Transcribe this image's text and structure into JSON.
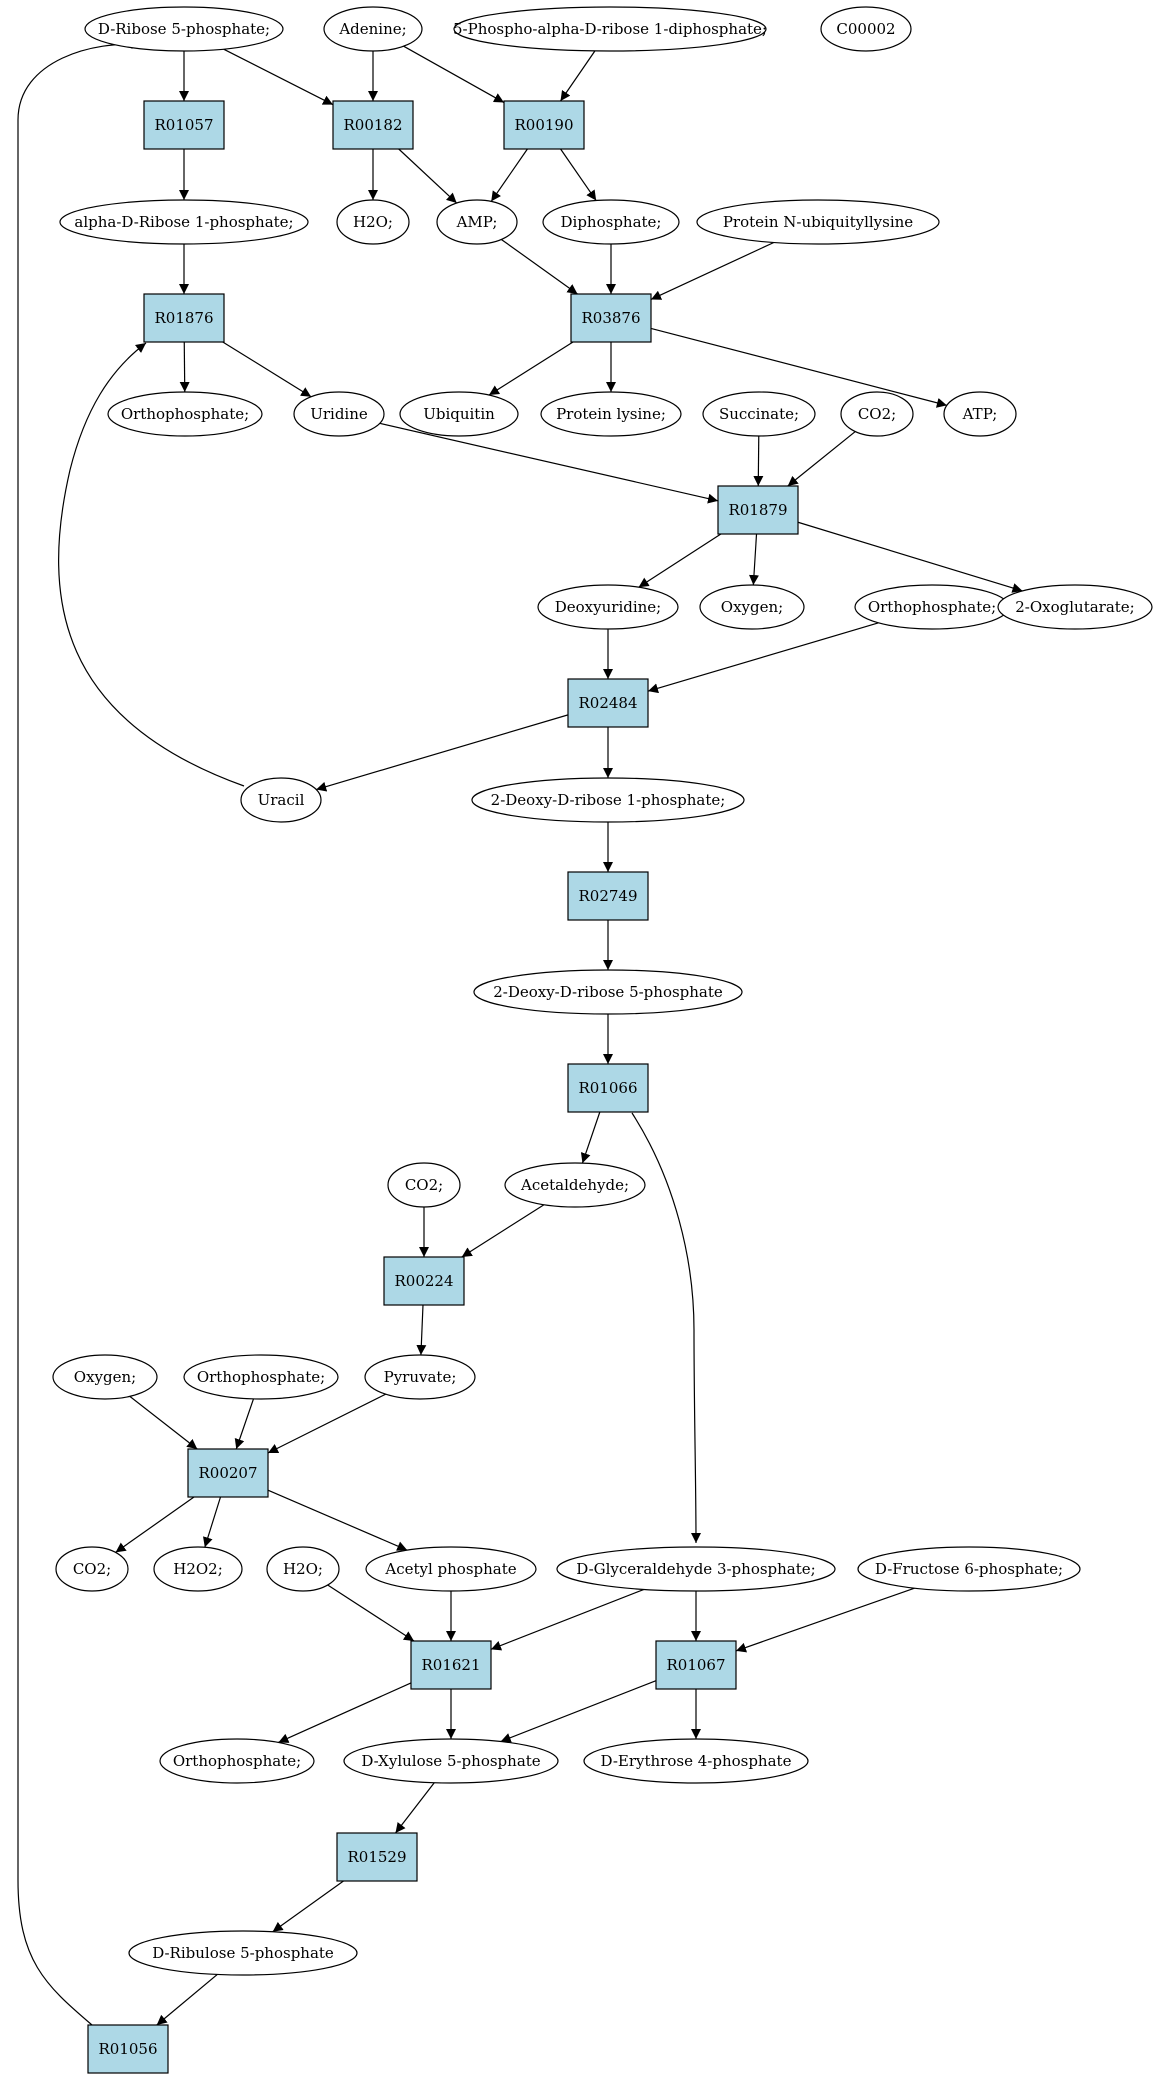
{
  "diagram": {
    "colors": {
      "reaction": "#add8e6",
      "start": "#00e000",
      "highlight": "#ffff00",
      "compound": "#ffffff",
      "line": "#000000"
    },
    "nodes": [
      {
        "id": "c_r5p",
        "label": "D-Ribose 5-phosphate;",
        "kind": "start"
      },
      {
        "id": "c_adenine",
        "label": "Adenine;",
        "kind": "compound"
      },
      {
        "id": "c_prpp",
        "label": "5-Phospho-alpha-D-ribose 1-diphosphate;",
        "kind": "compound"
      },
      {
        "id": "c_c00002",
        "label": "C00002",
        "kind": "highlight"
      },
      {
        "id": "r01057",
        "label": "R01057",
        "kind": "reaction"
      },
      {
        "id": "r00182",
        "label": "R00182",
        "kind": "reaction"
      },
      {
        "id": "r00190",
        "label": "R00190",
        "kind": "reaction"
      },
      {
        "id": "c_ar1p",
        "label": "alpha-D-Ribose 1-phosphate;",
        "kind": "compound"
      },
      {
        "id": "c_h2o_1",
        "label": "H2O;",
        "kind": "compound"
      },
      {
        "id": "c_amp",
        "label": "AMP;",
        "kind": "compound"
      },
      {
        "id": "c_ppi",
        "label": "Diphosphate;",
        "kind": "compound"
      },
      {
        "id": "c_protub",
        "label": "Protein N-ubiquityllysine",
        "kind": "compound"
      },
      {
        "id": "r01876",
        "label": "R01876",
        "kind": "reaction"
      },
      {
        "id": "r03876",
        "label": "R03876",
        "kind": "reaction"
      },
      {
        "id": "c_pi_1",
        "label": "Orthophosphate;",
        "kind": "compound"
      },
      {
        "id": "c_uridine",
        "label": "Uridine",
        "kind": "compound"
      },
      {
        "id": "c_ubiquitin",
        "label": "Ubiquitin",
        "kind": "compound"
      },
      {
        "id": "c_protlys",
        "label": "Protein lysine;",
        "kind": "compound"
      },
      {
        "id": "c_succinate",
        "label": "Succinate;",
        "kind": "compound"
      },
      {
        "id": "c_co2_1",
        "label": "CO2;",
        "kind": "compound"
      },
      {
        "id": "c_atp",
        "label": "ATP;",
        "kind": "compound"
      },
      {
        "id": "r01879",
        "label": "R01879",
        "kind": "reaction"
      },
      {
        "id": "c_deoxyuridine",
        "label": "Deoxyuridine;",
        "kind": "compound"
      },
      {
        "id": "c_oxygen_1",
        "label": "Oxygen;",
        "kind": "compound"
      },
      {
        "id": "c_pi_2",
        "label": "Orthophosphate;",
        "kind": "compound"
      },
      {
        "id": "c_2og",
        "label": "2-Oxoglutarate;",
        "kind": "compound"
      },
      {
        "id": "r02484",
        "label": "R02484",
        "kind": "reaction"
      },
      {
        "id": "c_uracil",
        "label": "Uracil",
        "kind": "compound"
      },
      {
        "id": "c_dr1p",
        "label": "2-Deoxy-D-ribose 1-phosphate;",
        "kind": "compound"
      },
      {
        "id": "r02749",
        "label": "R02749",
        "kind": "reaction"
      },
      {
        "id": "c_dr5p",
        "label": "2-Deoxy-D-ribose 5-phosphate",
        "kind": "compound"
      },
      {
        "id": "r01066",
        "label": "R01066",
        "kind": "reaction"
      },
      {
        "id": "c_co2_2",
        "label": "CO2;",
        "kind": "compound"
      },
      {
        "id": "c_acetaldehyde",
        "label": "Acetaldehyde;",
        "kind": "compound"
      },
      {
        "id": "r00224",
        "label": "R00224",
        "kind": "reaction"
      },
      {
        "id": "c_oxygen_2",
        "label": "Oxygen;",
        "kind": "compound"
      },
      {
        "id": "c_pi_3",
        "label": "Orthophosphate;",
        "kind": "compound"
      },
      {
        "id": "c_pyruvate",
        "label": "Pyruvate;",
        "kind": "compound"
      },
      {
        "id": "r00207",
        "label": "R00207",
        "kind": "reaction"
      },
      {
        "id": "c_co2_3",
        "label": "CO2;",
        "kind": "compound"
      },
      {
        "id": "c_h2o2",
        "label": "H2O2;",
        "kind": "compound"
      },
      {
        "id": "c_h2o_2",
        "label": "H2O;",
        "kind": "compound"
      },
      {
        "id": "c_acetylp",
        "label": "Acetyl phosphate",
        "kind": "compound"
      },
      {
        "id": "c_g3p",
        "label": "D-Glyceraldehyde 3-phosphate;",
        "kind": "compound"
      },
      {
        "id": "c_f6p",
        "label": "D-Fructose 6-phosphate;",
        "kind": "compound"
      },
      {
        "id": "r01621",
        "label": "R01621",
        "kind": "reaction"
      },
      {
        "id": "r01067",
        "label": "R01067",
        "kind": "reaction"
      },
      {
        "id": "c_pi_4",
        "label": "Orthophosphate;",
        "kind": "compound"
      },
      {
        "id": "c_xu5p",
        "label": "D-Xylulose 5-phosphate",
        "kind": "compound"
      },
      {
        "id": "c_e4p",
        "label": "D-Erythrose 4-phosphate",
        "kind": "compound"
      },
      {
        "id": "r01529",
        "label": "R01529",
        "kind": "reaction"
      },
      {
        "id": "c_ru5p",
        "label": "D-Ribulose 5-phosphate",
        "kind": "compound"
      },
      {
        "id": "r01056",
        "label": "R01056",
        "kind": "reaction"
      }
    ],
    "edges": [
      {
        "from": "c_r5p",
        "to": "r01057"
      },
      {
        "from": "c_r5p",
        "to": "r00182"
      },
      {
        "from": "c_adenine",
        "to": "r00182"
      },
      {
        "from": "c_adenine",
        "to": "r00190"
      },
      {
        "from": "c_prpp",
        "to": "r00190"
      },
      {
        "from": "r01057",
        "to": "c_ar1p"
      },
      {
        "from": "r00182",
        "to": "c_h2o_1"
      },
      {
        "from": "r00182",
        "to": "c_amp"
      },
      {
        "from": "r00190",
        "to": "c_amp"
      },
      {
        "from": "r00190",
        "to": "c_ppi"
      },
      {
        "from": "c_ar1p",
        "to": "r01876"
      },
      {
        "from": "c_amp",
        "to": "r03876"
      },
      {
        "from": "c_ppi",
        "to": "r03876"
      },
      {
        "from": "c_protub",
        "to": "r03876"
      },
      {
        "from": "r01876",
        "to": "c_pi_1"
      },
      {
        "from": "r01876",
        "to": "c_uridine"
      },
      {
        "from": "r03876",
        "to": "c_ubiquitin"
      },
      {
        "from": "r03876",
        "to": "c_protlys"
      },
      {
        "from": "r03876",
        "to": "c_atp"
      },
      {
        "from": "c_uridine",
        "to": "r01879"
      },
      {
        "from": "c_succinate",
        "to": "r01879"
      },
      {
        "from": "c_co2_1",
        "to": "r01879"
      },
      {
        "from": "r01879",
        "to": "c_deoxyuridine"
      },
      {
        "from": "r01879",
        "to": "c_oxygen_1"
      },
      {
        "from": "r01879",
        "to": "c_2og"
      },
      {
        "from": "c_deoxyuridine",
        "to": "r02484"
      },
      {
        "from": "c_pi_2",
        "to": "r02484"
      },
      {
        "from": "r02484",
        "to": "c_uracil"
      },
      {
        "from": "r02484",
        "to": "c_dr1p"
      },
      {
        "from": "c_uracil",
        "to": "r01876",
        "route": "curve"
      },
      {
        "from": "c_dr1p",
        "to": "r02749"
      },
      {
        "from": "r02749",
        "to": "c_dr5p"
      },
      {
        "from": "c_dr5p",
        "to": "r01066"
      },
      {
        "from": "r01066",
        "to": "c_acetaldehyde"
      },
      {
        "from": "r01066",
        "to": "c_g3p",
        "route": "curve"
      },
      {
        "from": "c_co2_2",
        "to": "r00224"
      },
      {
        "from": "c_acetaldehyde",
        "to": "r00224"
      },
      {
        "from": "r00224",
        "to": "c_pyruvate"
      },
      {
        "from": "c_oxygen_2",
        "to": "r00207"
      },
      {
        "from": "c_pi_3",
        "to": "r00207"
      },
      {
        "from": "c_pyruvate",
        "to": "r00207"
      },
      {
        "from": "r00207",
        "to": "c_co2_3"
      },
      {
        "from": "r00207",
        "to": "c_h2o2"
      },
      {
        "from": "r00207",
        "to": "c_acetylp"
      },
      {
        "from": "c_h2o_2",
        "to": "r01621"
      },
      {
        "from": "c_acetylp",
        "to": "r01621"
      },
      {
        "from": "c_g3p",
        "to": "r01621"
      },
      {
        "from": "c_g3p",
        "to": "r01067"
      },
      {
        "from": "c_f6p",
        "to": "r01067"
      },
      {
        "from": "r01621",
        "to": "c_pi_4"
      },
      {
        "from": "r01621",
        "to": "c_xu5p"
      },
      {
        "from": "r01067",
        "to": "c_xu5p"
      },
      {
        "from": "r01067",
        "to": "c_e4p"
      },
      {
        "from": "c_xu5p",
        "to": "r01529"
      },
      {
        "from": "r01529",
        "to": "c_ru5p"
      },
      {
        "from": "c_ru5p",
        "to": "r01056"
      },
      {
        "from": "r01056",
        "to": "c_r5p",
        "route": "curve"
      }
    ]
  }
}
